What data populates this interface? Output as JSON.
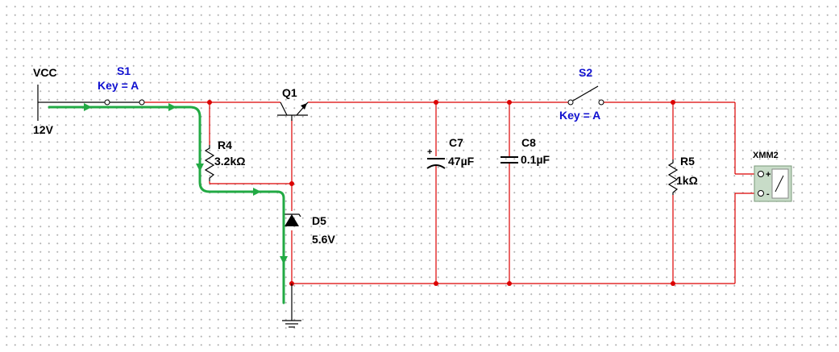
{
  "supply": {
    "name": "VCC",
    "value": "12V"
  },
  "switch_s1": {
    "name": "S1",
    "key": "Key = A"
  },
  "switch_s2": {
    "name": "S2",
    "key": "Key = A"
  },
  "transistor": {
    "name": "Q1"
  },
  "resistor_r4": {
    "name": "R4",
    "value": "3.2kΩ"
  },
  "zener_d5": {
    "name": "D5",
    "value": "5.6V"
  },
  "capacitor_c7": {
    "name": "C7",
    "value": "47µF"
  },
  "capacitor_c8": {
    "name": "C8",
    "value": "0.1µF"
  },
  "resistor_r5": {
    "name": "R5",
    "value": "1kΩ"
  },
  "multimeter": {
    "name": "XMM2",
    "plus": "+",
    "minus": "-"
  },
  "colors": {
    "background": "#ffffff",
    "grid_dot": "#b4b4b4",
    "wire": "#dc0000",
    "component": "#000000",
    "reference_label": "#1010d0",
    "current_flow": "#22aa44",
    "multimeter_body": "#c8dcc8"
  }
}
